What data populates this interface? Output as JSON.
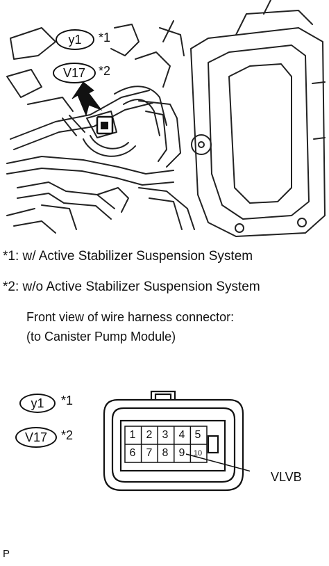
{
  "illustration": {
    "tag_y1": "y1",
    "tag_y1_ref": "*1",
    "tag_v17": "V17",
    "tag_v17_ref": "*2"
  },
  "notes": [
    "*1: w/ Active Stabilizer Suspension System",
    "*2: w/o Active Stabilizer Suspension System"
  ],
  "caption": {
    "line1": "Front view of wire harness connector:",
    "line2": "(to Canister Pump Module)"
  },
  "connector": {
    "tag_y1": "y1",
    "tag_y1_ref": "*1",
    "tag_v17": "V17",
    "tag_v17_ref": "*2",
    "pins_top": [
      "1",
      "2",
      "3",
      "4",
      "5"
    ],
    "pins_bottom": [
      "6",
      "7",
      "8",
      "9",
      "10"
    ],
    "callout_label": "VLVB"
  },
  "footer": {
    "code": "P"
  }
}
